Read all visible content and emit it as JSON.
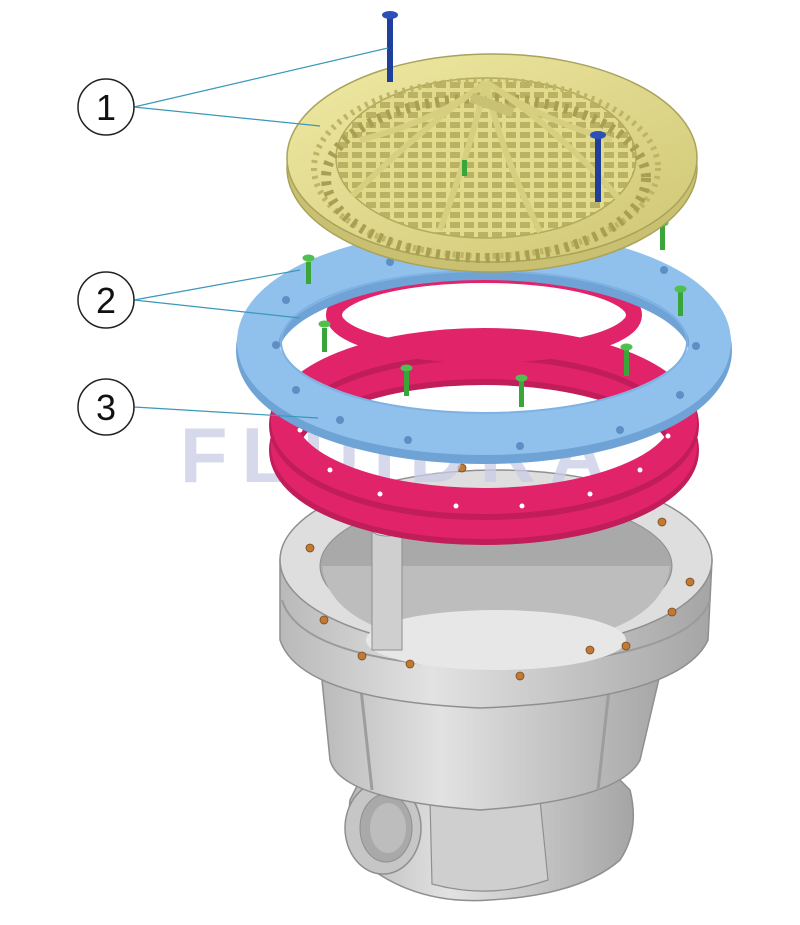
{
  "watermark": "FLUIDRA",
  "callouts": [
    {
      "number": "1"
    },
    {
      "number": "2"
    },
    {
      "number": "3"
    }
  ],
  "colors": {
    "grate": "#e3dc8c",
    "grate_dark": "#c8c072",
    "ring": "#8fbfea",
    "ring_dark": "#6fa3d6",
    "gasket": "#e1246a",
    "gasket_dark": "#b81a55",
    "body": "#d3d3d3",
    "body_dark": "#a8a8a8",
    "screw_blue": "#1f3f9a",
    "screw_green": "#3aa63a",
    "leader": "#3a98b8",
    "watermark": "#c9cde6",
    "insert": "#c07a35"
  },
  "icons": {
    "grate": "drain-grate-icon",
    "ring": "clamp-ring-icon",
    "gasket": "gasket-icon",
    "body": "drain-body-icon",
    "screw": "screw-icon"
  }
}
